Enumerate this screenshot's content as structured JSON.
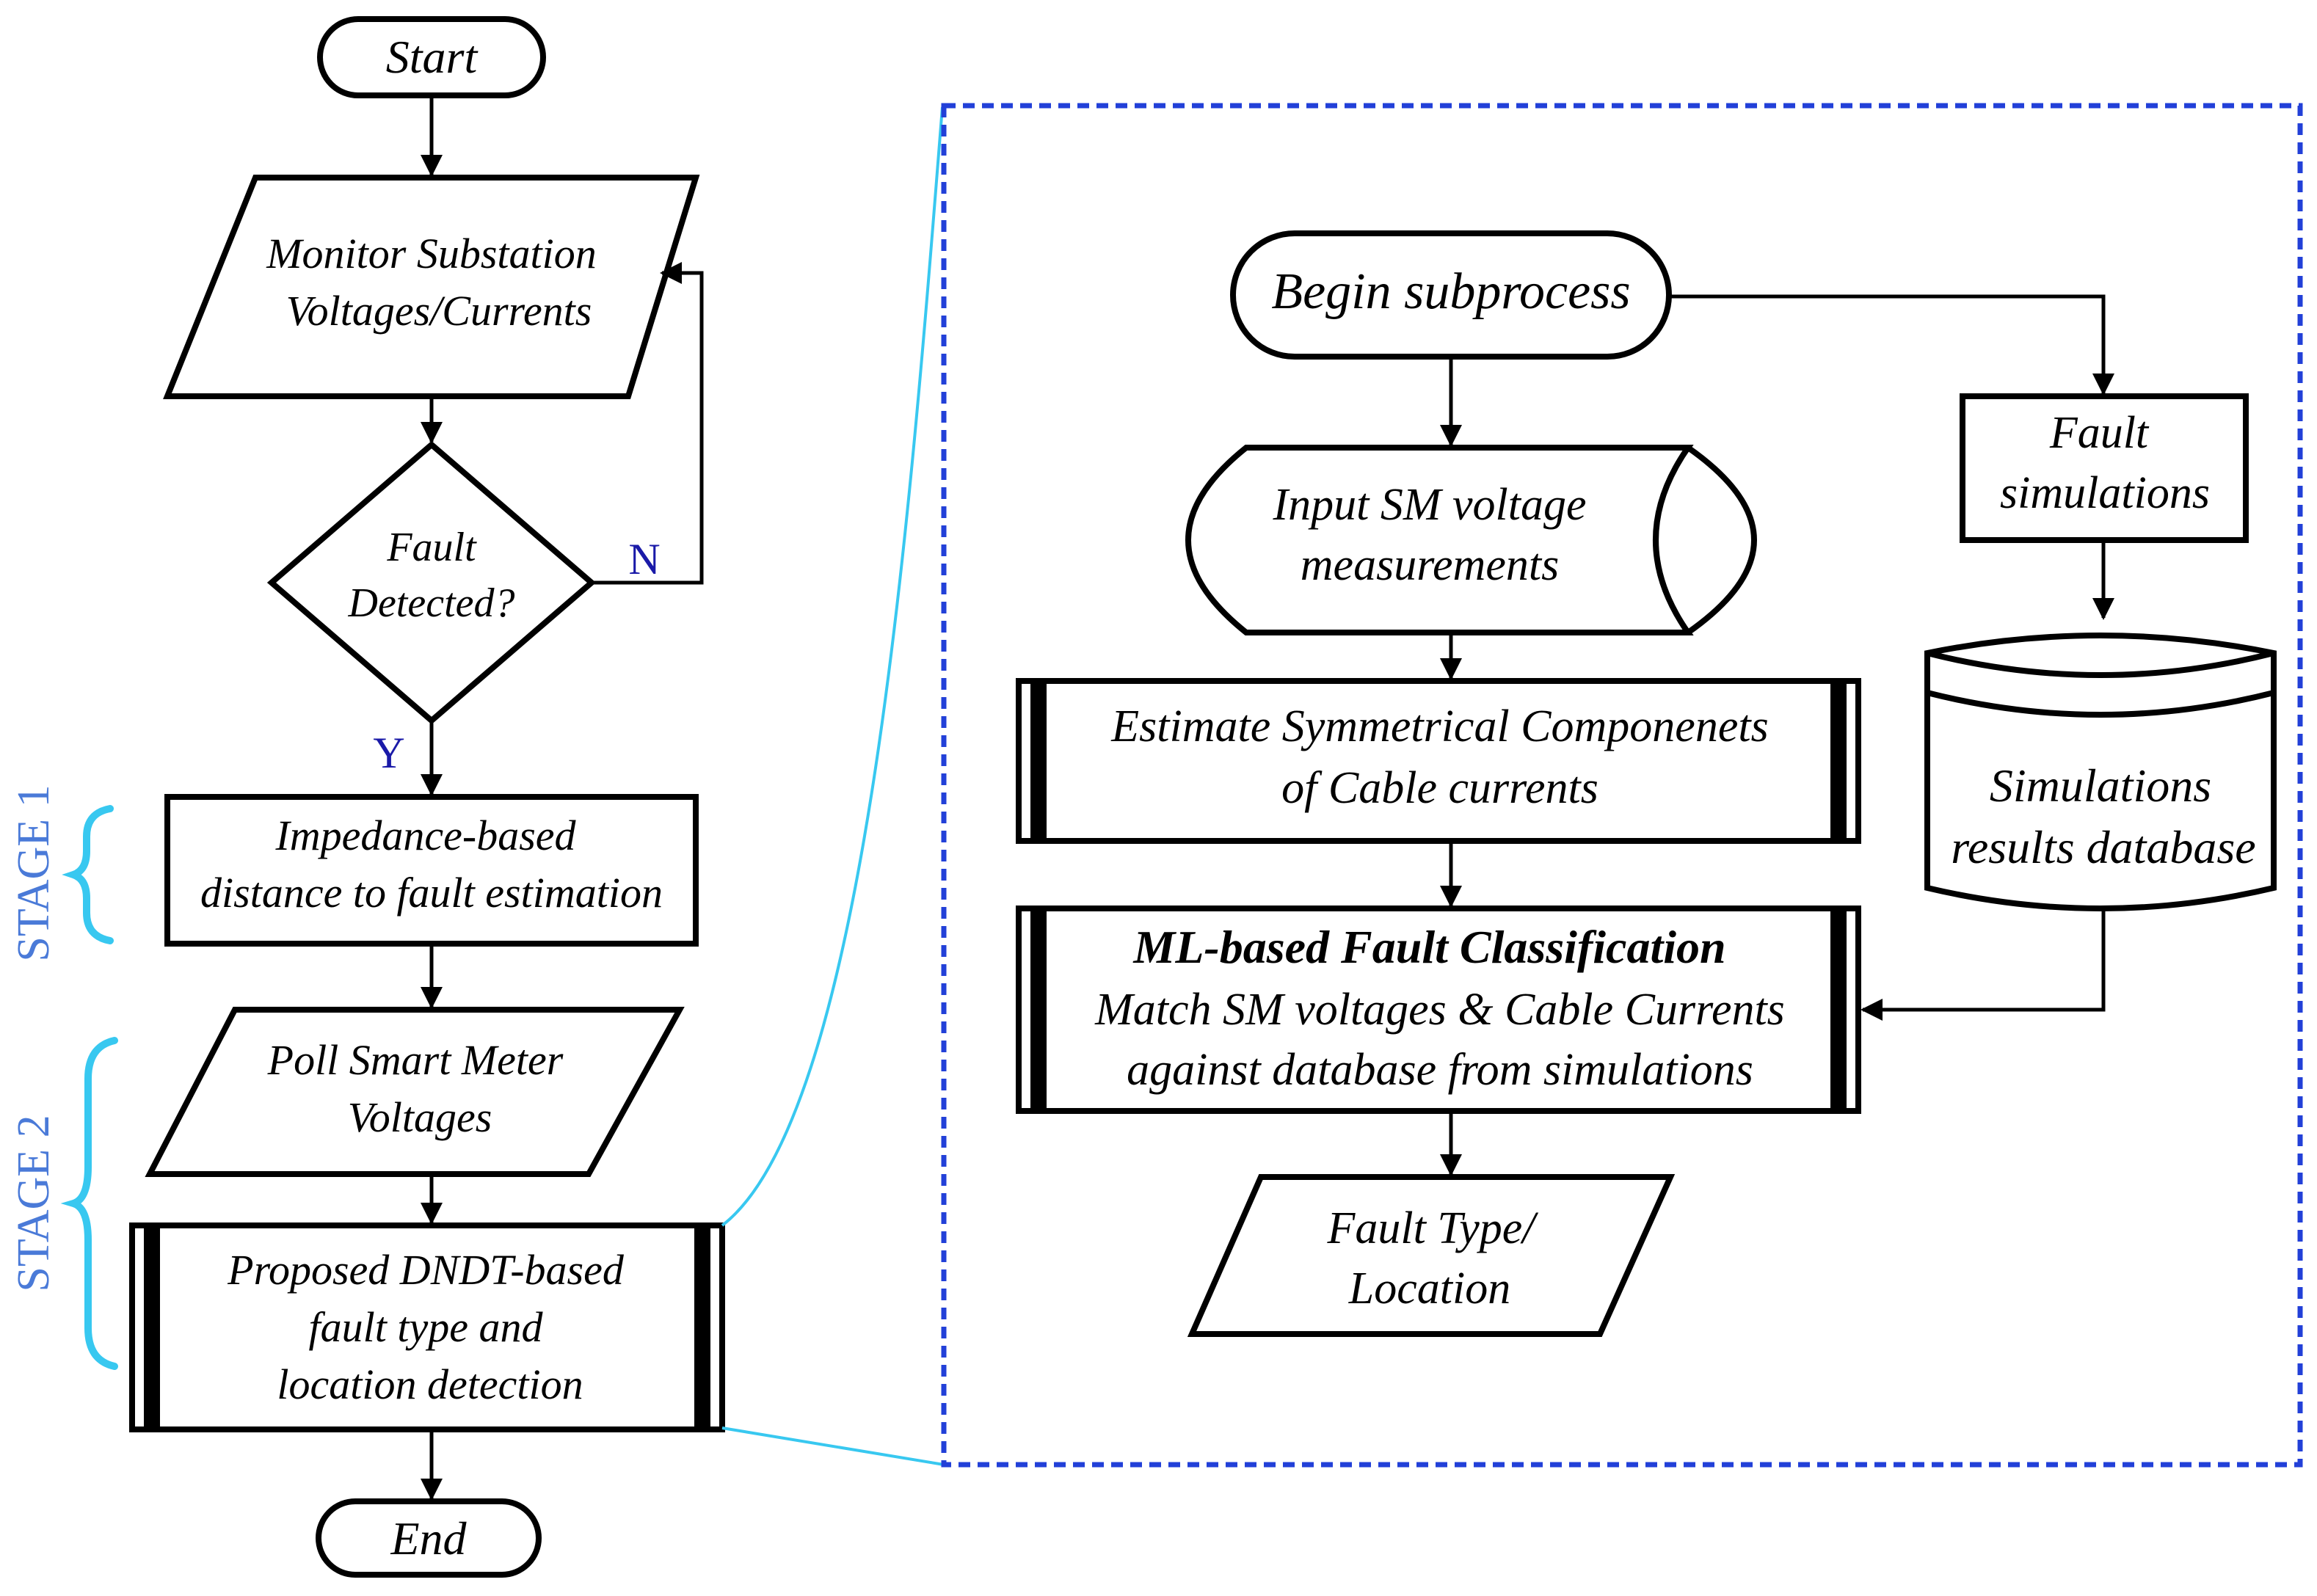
{
  "main_flow": {
    "start": "Start",
    "monitor": [
      "Monitor Substation",
      "Voltages/Currents"
    ],
    "decision": [
      "Fault",
      "Detected?"
    ],
    "no_label": "N",
    "yes_label": "Y",
    "impedance": [
      "Impedance-based",
      "distance to fault estimation"
    ],
    "poll": [
      "Poll Smart Meter",
      "Voltages"
    ],
    "proposed": [
      "Proposed DNDT-based",
      "fault type and",
      "location detection"
    ],
    "end": "End"
  },
  "stages": {
    "stage1": "STAGE 1",
    "stage2": "STAGE 2"
  },
  "subprocess": {
    "begin": "Begin subprocess",
    "input": [
      "Input SM voltage",
      "measurements"
    ],
    "estimate": [
      "Estimate Symmetrical Componenets",
      "of Cable currents"
    ],
    "ml_title": "ML-based Fault Classification",
    "ml_lines": [
      "Match SM voltages & Cable Currents",
      "against database from simulations"
    ],
    "output": [
      "Fault Type/",
      "Location"
    ],
    "fault_sim": [
      "Fault",
      "simulations"
    ],
    "database": [
      "Simulations",
      "results database"
    ]
  },
  "colors": {
    "stage_text": "#4a7ad8",
    "brace": "#38c8f0",
    "dashed_box": "#2240d8",
    "yes_no_text": "#1a1aa8"
  }
}
